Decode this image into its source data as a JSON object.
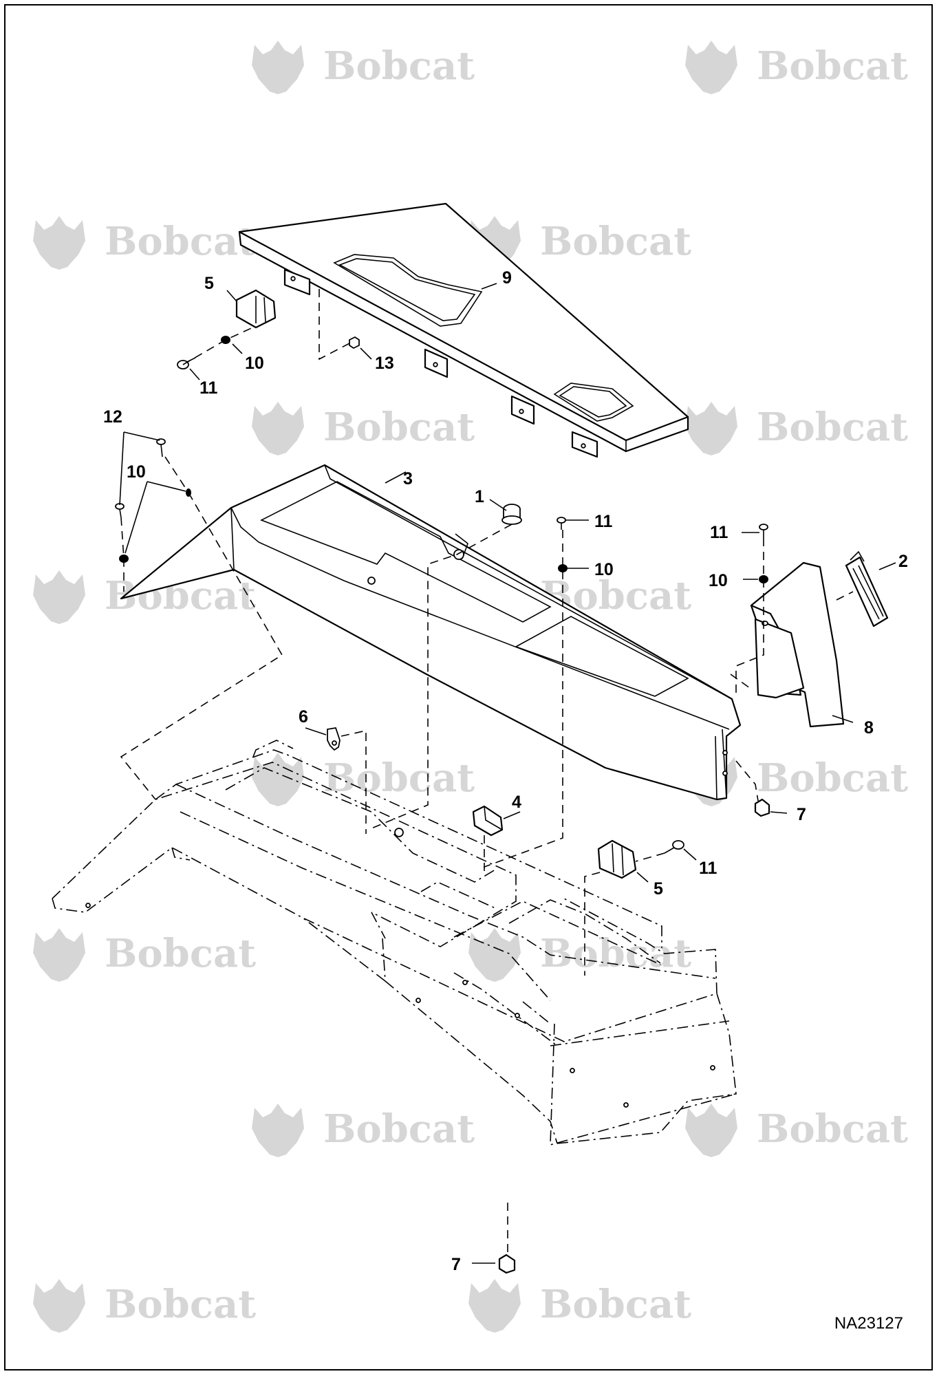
{
  "watermark": {
    "brand": "Bobcat",
    "color": "#d6d6d6",
    "icon": "bobcat-head-logo"
  },
  "drawing_number": "NA23127",
  "callouts": [
    {
      "id": "c-9",
      "text": "9"
    },
    {
      "id": "c-5a",
      "text": "5"
    },
    {
      "id": "c-10a",
      "text": "10"
    },
    {
      "id": "c-11a",
      "text": "11"
    },
    {
      "id": "c-13",
      "text": "13"
    },
    {
      "id": "c-12",
      "text": "12"
    },
    {
      "id": "c-10b",
      "text": "10"
    },
    {
      "id": "c-3",
      "text": "3"
    },
    {
      "id": "c-1",
      "text": "1"
    },
    {
      "id": "c-11b",
      "text": "11"
    },
    {
      "id": "c-10c",
      "text": "10"
    },
    {
      "id": "c-11c",
      "text": "11"
    },
    {
      "id": "c-2",
      "text": "2"
    },
    {
      "id": "c-10d",
      "text": "10"
    },
    {
      "id": "c-8",
      "text": "8"
    },
    {
      "id": "c-6",
      "text": "6"
    },
    {
      "id": "c-4",
      "text": "4"
    },
    {
      "id": "c-7a",
      "text": "7"
    },
    {
      "id": "c-11d",
      "text": "11"
    },
    {
      "id": "c-5b",
      "text": "5"
    },
    {
      "id": "c-7b",
      "text": "7"
    }
  ]
}
